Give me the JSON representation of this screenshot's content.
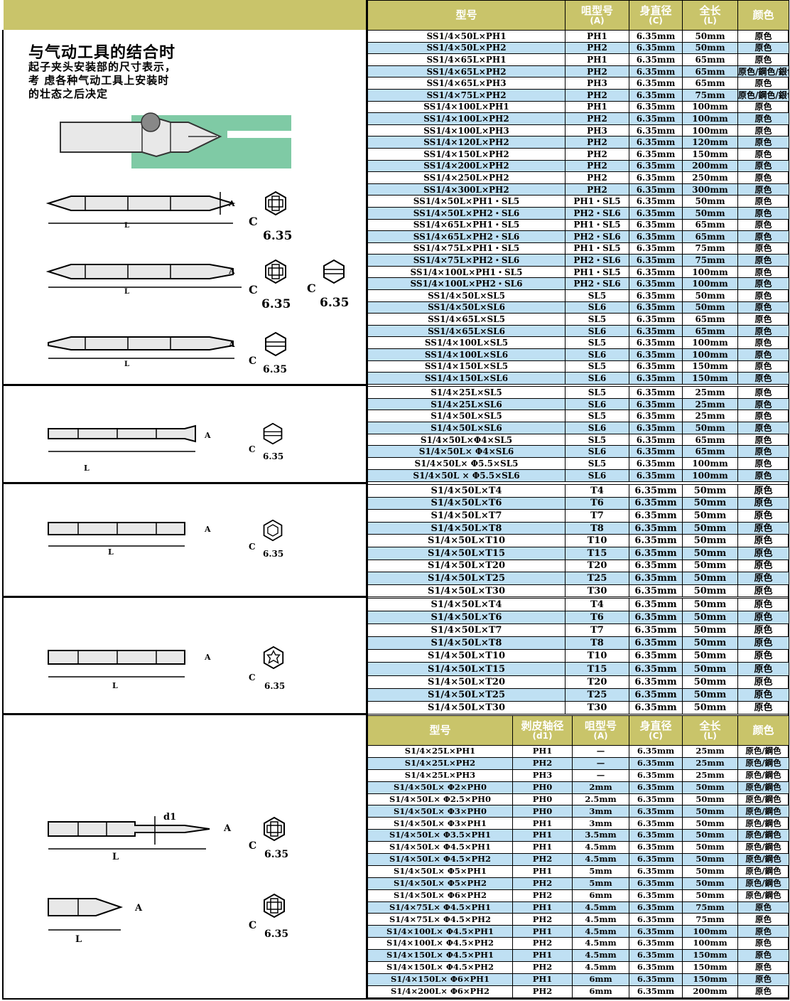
{
  "intro": {
    "title": "与气动工具的结合时",
    "lines": [
      "起子夹头安装部的尺寸表示，",
      "考 虑各种气动工具上安装时",
      "的壮态之后决定"
    ]
  },
  "dim_labels": {
    "a": "A",
    "l": "L",
    "c": "C",
    "d1": "d1",
    "hex": "6.35"
  },
  "colors": {
    "header_bg": "#c9c46a",
    "stripe": "#bfe0f3",
    "holder": "#7fcaa5",
    "bit_fill": "#e8e8e8"
  },
  "headers_main": {
    "model": "型号",
    "tip": "咀型号",
    "tip_sub": "(A)",
    "dia": "身直径",
    "dia_sub": "(C)",
    "len": "全长",
    "len_sub": "(L)",
    "color": "颜色"
  },
  "headers_last": {
    "model": "型号",
    "shaft": "剥皮轴径",
    "shaft_sub": "(d1)",
    "tip": "咀型号",
    "tip_sub": "(A)",
    "dia": "身直径",
    "dia_sub": "(C)",
    "len": "全长",
    "len_sub": "(L)",
    "color": "颜色"
  },
  "section1": [
    [
      "SS1/4×50L×PH1",
      "PH1",
      "6.35mm",
      "50mm",
      "原色"
    ],
    [
      "SS1/4×50L×PH2",
      "PH2",
      "6.35mm",
      "50mm",
      "原色"
    ],
    [
      "SS1/4×65L×PH1",
      "PH1",
      "6.35mm",
      "65mm",
      "原色"
    ],
    [
      "SS1/4×65L×PH2",
      "PH2",
      "6.35mm",
      "65mm",
      "原色/鋼色/銀色"
    ],
    [
      "SS1/4×65L×PH3",
      "PH3",
      "6.35mm",
      "65mm",
      "原色"
    ],
    [
      "SS1/4×75L×PH2",
      "PH2",
      "6.35mm",
      "75mm",
      "原色/鋼色/銀色"
    ],
    [
      "SS1/4×100L×PH1",
      "PH1",
      "6.35mm",
      "100mm",
      "原色"
    ],
    [
      "SS1/4×100L×PH2",
      "PH2",
      "6.35mm",
      "100mm",
      "原色"
    ],
    [
      "SS1/4×100L×PH3",
      "PH3",
      "6.35mm",
      "100mm",
      "原色"
    ],
    [
      "SS1/4×120L×PH2",
      "PH2",
      "6.35mm",
      "120mm",
      "原色"
    ],
    [
      "SS1/4×150L×PH2",
      "PH2",
      "6.35mm",
      "150mm",
      "原色"
    ],
    [
      "SS1/4×200L×PH2",
      "PH2",
      "6.35mm",
      "200mm",
      "原色"
    ],
    [
      "SS1/4×250L×PH2",
      "PH2",
      "6.35mm",
      "250mm",
      "原色"
    ],
    [
      "SS1/4×300L×PH2",
      "PH2",
      "6.35mm",
      "300mm",
      "原色"
    ],
    [
      "SS1/4×50L×PH1・SL5",
      "PH1・SL5",
      "6.35mm",
      "50mm",
      "原色"
    ],
    [
      "SS1/4×50L×PH2・SL6",
      "PH2・SL6",
      "6.35mm",
      "50mm",
      "原色"
    ],
    [
      "SS1/4×65L×PH1・SL5",
      "PH1・SL5",
      "6.35mm",
      "65mm",
      "原色"
    ],
    [
      "SS1/4×65L×PH2・SL6",
      "PH2・SL6",
      "6.35mm",
      "65mm",
      "原色"
    ],
    [
      "SS1/4×75L×PH1・SL5",
      "PH1・SL5",
      "6.35mm",
      "75mm",
      "原色"
    ],
    [
      "SS1/4×75L×PH2・SL6",
      "PH2・SL6",
      "6.35mm",
      "75mm",
      "原色"
    ],
    [
      "SS1/4×100L×PH1・SL5",
      "PH1・SL5",
      "6.35mm",
      "100mm",
      "原色"
    ],
    [
      "SS1/4×100L×PH2・SL6",
      "PH2・SL6",
      "6.35mm",
      "100mm",
      "原色"
    ],
    [
      "SS1/4×50L×SL5",
      "SL5",
      "6.35mm",
      "50mm",
      "原色"
    ],
    [
      "SS1/4×50L×SL6",
      "SL6",
      "6.35mm",
      "50mm",
      "原色"
    ],
    [
      "SS1/4×65L×SL5",
      "SL5",
      "6.35mm",
      "65mm",
      "原色"
    ],
    [
      "SS1/4×65L×SL6",
      "SL6",
      "6.35mm",
      "65mm",
      "原色"
    ],
    [
      "SS1/4×100L×SL5",
      "SL5",
      "6.35mm",
      "100mm",
      "原色"
    ],
    [
      "SS1/4×100L×SL6",
      "SL6",
      "6.35mm",
      "100mm",
      "原色"
    ],
    [
      "SS1/4×150L×SL5",
      "SL5",
      "6.35mm",
      "150mm",
      "原色"
    ],
    [
      "SS1/4×150L×SL6",
      "SL6",
      "6.35mm",
      "150mm",
      "原色"
    ]
  ],
  "section2": [
    [
      "S1/4×25L×SL5",
      "SL5",
      "6.35mm",
      "25mm",
      "原色"
    ],
    [
      "S1/4×25L×SL6",
      "SL6",
      "6.35mm",
      "25mm",
      "原色"
    ],
    [
      "S1/4×50L×SL5",
      "SL5",
      "6.35mm",
      "25mm",
      "原色"
    ],
    [
      "S1/4×50L×SL6",
      "SL6",
      "6.35mm",
      "50mm",
      "原色"
    ],
    [
      "S1/4×50L×Φ4×SL5",
      "SL5",
      "6.35mm",
      "65mm",
      "原色"
    ],
    [
      "S1/4×50L× Φ4×SL6",
      "SL6",
      "6.35mm",
      "65mm",
      "原色"
    ],
    [
      "S1/4×50L× Φ5.5×SL5",
      "SL5",
      "6.35mm",
      "100mm",
      "原色"
    ],
    [
      "S1/4×50L × Φ5.5×SL6",
      "SL6",
      "6.35mm",
      "100mm",
      "原色"
    ]
  ],
  "section3": [
    [
      "S1/4×50L×T4",
      "T4",
      "6.35mm",
      "50mm",
      "原色"
    ],
    [
      "S1/4×50L×T6",
      "T6",
      "6.35mm",
      "50mm",
      "原色"
    ],
    [
      "S1/4×50L×T7",
      "T7",
      "6.35mm",
      "50mm",
      "原色"
    ],
    [
      "S1/4×50L×T8",
      "T8",
      "6.35mm",
      "50mm",
      "原色"
    ],
    [
      "S1/4×50L×T10",
      "T10",
      "6.35mm",
      "50mm",
      "原色"
    ],
    [
      "S1/4×50L×T15",
      "T15",
      "6.35mm",
      "50mm",
      "原色"
    ],
    [
      "S1/4×50L×T20",
      "T20",
      "6.35mm",
      "50mm",
      "原色"
    ],
    [
      "S1/4×50L×T25",
      "T25",
      "6.35mm",
      "50mm",
      "原色"
    ],
    [
      "S1/4×50L×T30",
      "T30",
      "6.35mm",
      "50mm",
      "原色"
    ]
  ],
  "section4": [
    [
      "S1/4×50L×T4",
      "T4",
      "6.35mm",
      "50mm",
      "原色"
    ],
    [
      "S1/4×50L×T6",
      "T6",
      "6.35mm",
      "50mm",
      "原色"
    ],
    [
      "S1/4×50L×T7",
      "T7",
      "6.35mm",
      "50mm",
      "原色"
    ],
    [
      "S1/4×50L×T8",
      "T8",
      "6.35mm",
      "50mm",
      "原色"
    ],
    [
      "S1/4×50L×T10",
      "T10",
      "6.35mm",
      "50mm",
      "原色"
    ],
    [
      "S1/4×50L×T15",
      "T15",
      "6.35mm",
      "50mm",
      "原色"
    ],
    [
      "S1/4×50L×T20",
      "T20",
      "6.35mm",
      "50mm",
      "原色"
    ],
    [
      "S1/4×50L×T25",
      "T25",
      "6.35mm",
      "50mm",
      "原色"
    ],
    [
      "S1/4×50L×T30",
      "T30",
      "6.35mm",
      "50mm",
      "原色"
    ]
  ],
  "section5": [
    [
      "S1/4×25L×PH1",
      "PH1",
      "—",
      "6.35mm",
      "25mm",
      "原色/鋼色"
    ],
    [
      "S1/4×25L×PH2",
      "PH2",
      "—",
      "6.35mm",
      "25mm",
      "原色/鋼色"
    ],
    [
      "S1/4×25L×PH3",
      "PH3",
      "—",
      "6.35mm",
      "25mm",
      "原色/鋼色"
    ],
    [
      "S1/4×50L× Φ2×PH0",
      "PH0",
      "2mm",
      "6.35mm",
      "50mm",
      "原色/鋼色"
    ],
    [
      "S1/4×50L× Φ2.5×PH0",
      "PH0",
      "2.5mm",
      "6.35mm",
      "50mm",
      "原色/鋼色"
    ],
    [
      "S1/4×50L× Φ3×PH0",
      "PH0",
      "3mm",
      "6.35mm",
      "50mm",
      "原色/鋼色"
    ],
    [
      "S1/4×50L× Φ3×PH1",
      "PH1",
      "3mm",
      "6.35mm",
      "50mm",
      "原色/鋼色"
    ],
    [
      "S1/4×50L× Φ3.5×PH1",
      "PH1",
      "3.5mm",
      "6.35mm",
      "50mm",
      "原色/鋼色"
    ],
    [
      "S1/4×50L× Φ4.5×PH1",
      "PH1",
      "4.5mm",
      "6.35mm",
      "50mm",
      "原色/鋼色"
    ],
    [
      "S1/4×50L× Φ4.5×PH2",
      "PH2",
      "4.5mm",
      "6.35mm",
      "50mm",
      "原色/鋼色"
    ],
    [
      "S1/4×50L× Φ5×PH1",
      "PH1",
      "5mm",
      "6.35mm",
      "50mm",
      "原色/鋼色"
    ],
    [
      "S1/4×50L× Φ5×PH2",
      "PH2",
      "5mm",
      "6.35mm",
      "50mm",
      "原色/鋼色"
    ],
    [
      "S1/4×50L× Φ6×PH2",
      "PH2",
      "6mm",
      "6.35mm",
      "50mm",
      "原色/鋼色"
    ],
    [
      "S1/4×75L× Φ4.5×PH1",
      "PH1",
      "4.5mm",
      "6.35mm",
      "75mm",
      "原色"
    ],
    [
      "S1/4×75L× Φ4.5×PH2",
      "PH2",
      "4.5mm",
      "6.35mm",
      "75mm",
      "原色"
    ],
    [
      "S1/4×100L× Φ4.5×PH1",
      "PH1",
      "4.5mm",
      "6.35mm",
      "100mm",
      "原色"
    ],
    [
      "S1/4×100L× Φ4.5×PH2",
      "PH2",
      "4.5mm",
      "6.35mm",
      "100mm",
      "原色"
    ],
    [
      "S1/4×150L× Φ4.5×PH1",
      "PH1",
      "4.5mm",
      "6.35mm",
      "150mm",
      "原色"
    ],
    [
      "S1/4×150L× Φ4.5×PH2",
      "PH2",
      "4.5mm",
      "6.35mm",
      "150mm",
      "原色"
    ],
    [
      "S1/4×150L× Φ6×PH1",
      "PH1",
      "6mm",
      "6.35mm",
      "150mm",
      "原色"
    ],
    [
      "S1/4×200L× Φ6×PH2",
      "PH2",
      "6mm",
      "6.35mm",
      "200mm",
      "原色"
    ]
  ]
}
